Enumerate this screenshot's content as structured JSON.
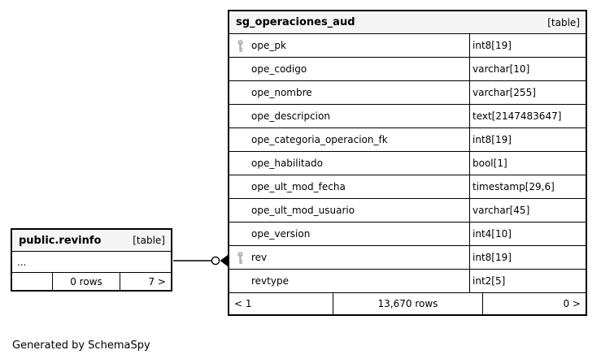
{
  "diagram": {
    "generated_by": "Generated by SchemaSpy"
  },
  "colors": {
    "background": "#ffffff",
    "header_bg": "#f5f5f5",
    "border": "#000000",
    "key_icon": "#b0b0b0"
  },
  "icons": {
    "primary_key": "key-icon",
    "relationship_end": "fk-arrow-with-circle"
  },
  "main_table": {
    "title": "sg_operaciones_aud",
    "type_badge": "[table]",
    "columns": [
      {
        "name": "ope_pk",
        "type": "int8[19]",
        "primary_key": true
      },
      {
        "name": "ope_codigo",
        "type": "varchar[10]",
        "primary_key": false
      },
      {
        "name": "ope_nombre",
        "type": "varchar[255]",
        "primary_key": false
      },
      {
        "name": "ope_descripcion",
        "type": "text[2147483647]",
        "primary_key": false
      },
      {
        "name": "ope_categoria_operacion_fk",
        "type": "int8[19]",
        "primary_key": false
      },
      {
        "name": "ope_habilitado",
        "type": "bool[1]",
        "primary_key": false
      },
      {
        "name": "ope_ult_mod_fecha",
        "type": "timestamp[29,6]",
        "primary_key": false
      },
      {
        "name": "ope_ult_mod_usuario",
        "type": "varchar[45]",
        "primary_key": false
      },
      {
        "name": "ope_version",
        "type": "int4[10]",
        "primary_key": false
      },
      {
        "name": "rev",
        "type": "int8[19]",
        "primary_key": true
      },
      {
        "name": "revtype",
        "type": "int2[5]",
        "primary_key": false
      }
    ],
    "footer": {
      "prev": "< 1",
      "rows": "13,670 rows",
      "next": "0 >"
    }
  },
  "revinfo_table": {
    "title": "public.revinfo",
    "type_badge": "[table]",
    "collapsed_columns": "...",
    "footer": {
      "prev": "",
      "rows": "0 rows",
      "next": "7 >"
    }
  }
}
